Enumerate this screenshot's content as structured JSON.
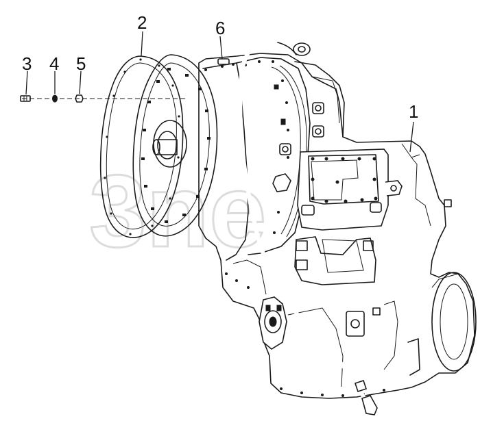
{
  "callouts": {
    "c1": "1",
    "c2": "2",
    "c3": "3",
    "c4": "4",
    "c5": "5",
    "c6": "6"
  },
  "watermark": {
    "text": "3ne"
  }
}
